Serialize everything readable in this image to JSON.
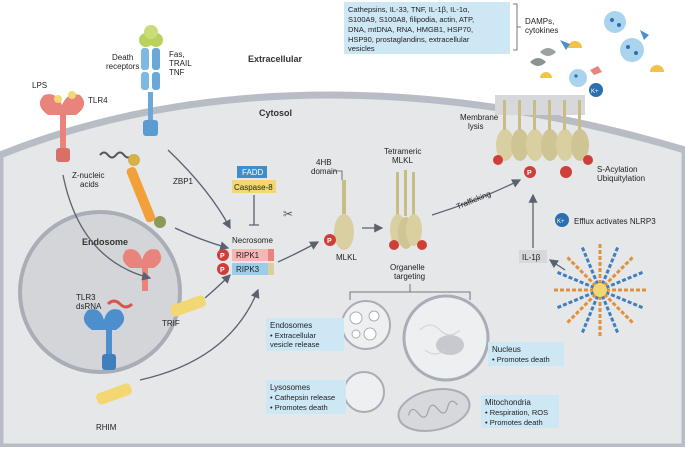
{
  "regions": {
    "extracellular": "Extracellular",
    "cytosol": "Cytosol",
    "endosome": "Endosome"
  },
  "damps_box": [
    "Cathepsins, IL-33, TNF, IL-1β, IL-1α,",
    "S100A9, S100A8, filipodia, actin, ATP,",
    "DNA, mtDNA, RNA, HMGB1, HSP70,",
    "HSP90, prostaglandins, extracellular",
    "vesicles"
  ],
  "damps_label": [
    "DAMPs,",
    "cytokines"
  ],
  "receptors": {
    "lps": "LPS",
    "tlr4": "TLR4",
    "death_receptors": [
      "Death",
      "receptors"
    ],
    "fas_trail_tnf": [
      "Fas,",
      "TRAIL",
      "TNF"
    ],
    "z_nucleic": [
      "Z-nucleic",
      "acids"
    ],
    "zbp1": "ZBP1",
    "tlr3": [
      "TLR3",
      "dsRNA"
    ],
    "trif": "TRIF",
    "rhim": "RHIM"
  },
  "necrosome": {
    "fadd": "FADD",
    "caspase8": "Caspase-8",
    "title": "Necrosome",
    "ripk1": "RIPK1",
    "ripk3": "RIPK3",
    "p": "P"
  },
  "mlkl": {
    "domain": [
      "4HB",
      "domain"
    ],
    "monomer": "MLKL",
    "tetramer": [
      "Tetrameric",
      "MLKL"
    ],
    "trafficking": "Trafficking",
    "organelle": [
      "Organelle",
      "targeting"
    ]
  },
  "membrane": {
    "lysis": [
      "Membrane",
      "lysis"
    ],
    "acylation": [
      "S-Acylation",
      "Ubiquitylation"
    ]
  },
  "nlrp3": {
    "k": "K+",
    "efflux": "Efflux activates NLRP3",
    "il1b": "IL-1β"
  },
  "organelles": {
    "endosomes": [
      "Endosomes",
      "• Extracellular",
      "  vesicle release"
    ],
    "nucleus": [
      "Nucleus",
      "• Promotes death"
    ],
    "lysosomes": [
      "Lysosomes",
      "• Cathepsin release",
      "• Promotes death"
    ],
    "mitochondria": [
      "Mitochondria",
      "• Respiration, ROS",
      "• Promotes death"
    ]
  },
  "colors": {
    "cell_fill": "#e6e7e9",
    "membrane": "#b8bcc4",
    "label_box": "#cde7f5",
    "receptor_pink": "#e9847c",
    "receptor_blue": "#7db9e3",
    "mlkl_olive": "#d9cfa1",
    "phospho": "#cf3f3a",
    "ripk1": "#f6b6b3",
    "ripk3": "#9ccde8",
    "caspase": "#f3d772",
    "fadd": "#3f8dca"
  }
}
